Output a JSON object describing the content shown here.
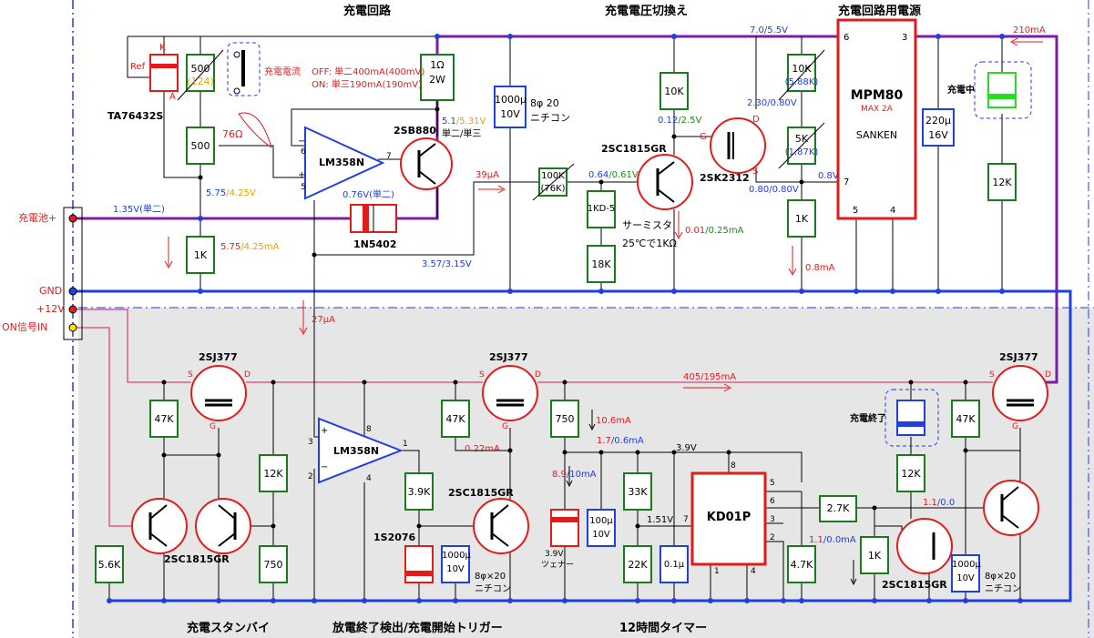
{
  "colors": {
    "wire": "#000000",
    "power": "#7b1fa2",
    "gnd": "#1f3fe0",
    "signal": "#d81b60",
    "resistor": "#1b7a1b",
    "cap": "#1f3fe0",
    "active": "#e21b1b",
    "shade": "#e5e5e5",
    "label_red": "#e21b1b",
    "label_blue": "#1f3fe0",
    "label_orange": "#e8a000",
    "label_green": "#1b8a1b"
  },
  "sections": {
    "charge_circuit": "充電回路",
    "voltage_switch": "充電電圧切換え",
    "power_supply": "充電回路用電源",
    "standby": "充電スタンバイ",
    "trigger": "放電終了検出/充電開始トリガー",
    "timer": "12時間タイマー"
  },
  "rails": {
    "battery": "充電池+",
    "gnd": "GND",
    "plus12": "+12V",
    "on_signal": "ON信号IN"
  },
  "parts": {
    "ta": "TA76432S",
    "ta_k": "K",
    "ta_ref": "Ref",
    "ta_a": "A",
    "vr500_a": "500",
    "vr500_b": "(124)",
    "r500": "500",
    "r1k_a": "1K",
    "lm358_top": "LM358N",
    "op_pin6": "6",
    "op_pin5": "5",
    "op_pin7": "7",
    "op_minus": "−",
    "op_plus": "+",
    "tr2sb880": "2SB880",
    "r1ohm_a": "1Ω",
    "r1ohm_b": "2W",
    "diode1n5402": "1N5402",
    "c1000_a": "1000μ",
    "c1000_b": "10V",
    "c1000_note_a": "8φ 20",
    "c1000_note_b": "ニチコン",
    "vr100k_a": "100K",
    "vr100k_b": "(76K)",
    "kd5": "1KD-5",
    "thermistor_a": "サーミスタ",
    "thermistor_b": "25℃で1KΩ",
    "r18k": "18K",
    "r10k": "10K",
    "tr2sc1815_top": "2SC1815GR",
    "fet2sk2312": "2SK2312",
    "fet_d": "D",
    "fet_g": "G",
    "fet_s": "S",
    "vr10k_a": "10K",
    "vr10k_b": "(5.88K)",
    "vr5k_a": "5K",
    "vr5k_b": "(1.87K)",
    "r1k_b": "1K",
    "mpm80": "MPM80",
    "mpm80_sub": "MAX 2A",
    "sanken": "SANKEN",
    "mpm_pin6": "6",
    "mpm_pin3": "3",
    "mpm_pin7": "7",
    "mpm_pin5": "5",
    "mpm_pin4": "4",
    "c220_a": "220μ",
    "c220_b": "16V",
    "led_charging": "充電中",
    "r12k_top": "12K",
    "sj377_1": "2SJ377",
    "sj377_2": "2SJ377",
    "sj377_3": "2SJ377",
    "pin_s": "S",
    "pin_d": "D",
    "pin_g": "G",
    "r47k_1": "47K",
    "r47k_2": "47K",
    "r47k_3": "47K",
    "r12k_1": "12K",
    "r12k_2": "12K",
    "r56k": "5.6K",
    "r750_1": "750",
    "r750_2": "750",
    "tr2sc1815_l": "2SC1815GR",
    "lm358_bot": "LM358N",
    "opb_pin3": "3",
    "opb_pin2": "2",
    "opb_pin8": "8",
    "opb_pin4": "4",
    "opb_pin1": "1",
    "r39k": "3.9K",
    "d1s2076": "1S2076",
    "tr2sc1815_m": "2SC1815GR",
    "c1000b_a": "1000μ",
    "c1000b_b": "10V",
    "c1000b_note_a": "8φ×20",
    "c1000b_note_b": "ニチコン",
    "zener_a": "3.9V",
    "zener_b": "ツェナー",
    "c100_a": "100μ",
    "c100_b": "10V",
    "r33k": "33K",
    "r22k": "22K",
    "c01": "0.1μ",
    "kd01p": "KD01P",
    "kd_pin8": "8",
    "kd_pin5": "5",
    "kd_pin6": "6",
    "kd_pin3": "3",
    "kd_pin2": "2",
    "kd_pin7": "7",
    "kd_pin1": "1",
    "kd_pin4": "4",
    "r47k_4": "4.7K",
    "r27k": "2.7K",
    "r1k_c": "1K",
    "tr2sc1815_r": "2SC1815GR",
    "c1000c_a": "1000μ",
    "c1000c_b": "10V",
    "c1000c_note_a": "8φ×20",
    "c1000c_note_b": "ニチコン",
    "led_done": "充電終了",
    "tr_r2": ""
  },
  "notes": {
    "charge_current": "充電電流",
    "off_label": "OFF: 単二400mA(400mV)",
    "on_label": "ON: 単三190mA(190mV)",
    "v_76ohm": "76Ω",
    "v_575": "5.75",
    "v_425": "/4.25V",
    "v_575ma": "5.75",
    "v_425ma": "/4.25mA",
    "v_135": "1.35V(単二)",
    "v_076": "0.76V(単二)",
    "v_51": "5.1",
    "v_531": "/5.31V",
    "v_tan": "単二/単三",
    "v_39ua": "39μA",
    "v_357": "3.57/3.15V",
    "v_27ua": "27μA",
    "v_064": "0.64",
    "v_061": "/0.61V",
    "v_012": "0.12",
    "v_25": "/2.5V",
    "v_001": "0.01",
    "v_025ma": "/0.25mA",
    "v_70": "7.0/5.5V",
    "v_230": "2.30/0.80V",
    "v_08": "0.8V",
    "v_080": "0.80/0.80V",
    "v_08ma": "0.8mA",
    "v_210ma": "210mA",
    "v_405": "405/195mA",
    "v_022": "0.22mA",
    "v_106": "10.6mA",
    "v_17": "1.7",
    "v_06ma": "/0.6mA",
    "v_39v": "3.9V",
    "v_89": "8.9",
    "v_10ma": "/10mA",
    "v_151": "1.51V",
    "v_11": "1.1",
    "v_00": "/0.0",
    "v_11b": "1.1",
    "v_00ma": "/0.0mA"
  }
}
